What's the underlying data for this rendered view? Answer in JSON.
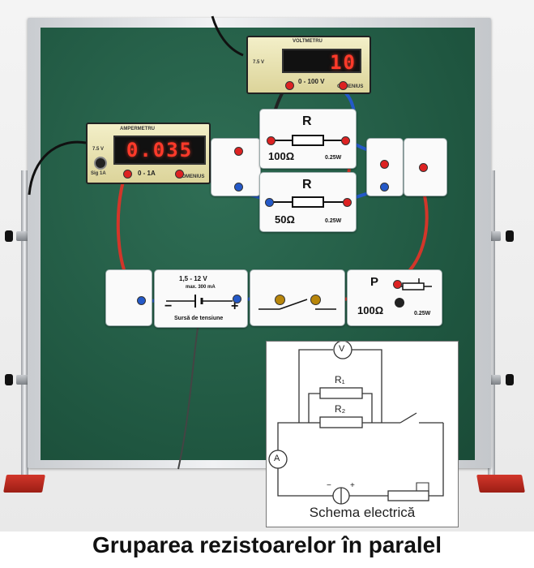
{
  "title": "Gruparea rezistoarelor în paralel",
  "voltmeter": {
    "header": "VOLTMETRU",
    "model": "7.5 V",
    "reading": "10",
    "range": "0 - 100 V",
    "brand": "COMENIUS"
  },
  "ammeter": {
    "header": "AMPERMETRU",
    "model": "7.5 V",
    "knob_label": "Sig 1A",
    "reading": "0.035",
    "range": "0 - 1A",
    "brand": "COMENIUS"
  },
  "resistor1": {
    "symbol": "R",
    "value": "100Ω",
    "power": "0.25W"
  },
  "resistor2": {
    "symbol": "R",
    "value": "50Ω",
    "power": "0.25W"
  },
  "source": {
    "voltage": "1,5 - 12 V",
    "current": "max. 300 mA",
    "label": "Sursă de tensiune",
    "minus": "−",
    "plus": "+"
  },
  "pot": {
    "symbol": "P",
    "value": "100Ω",
    "power": "0.25W"
  },
  "schematic": {
    "title": "Schema electrică",
    "voltmeter": "V",
    "ammeter": "A",
    "r1": "R₁",
    "r2": "R₂",
    "source_minus": "−",
    "source_plus": "+"
  },
  "colors": {
    "board": "#1f5640",
    "wire_red": "#d2362a",
    "wire_blue": "#2459c8",
    "lcd_text": "#ff3a2a",
    "meter_face": "#e8e2b0",
    "foot_red": "#c0281c"
  }
}
